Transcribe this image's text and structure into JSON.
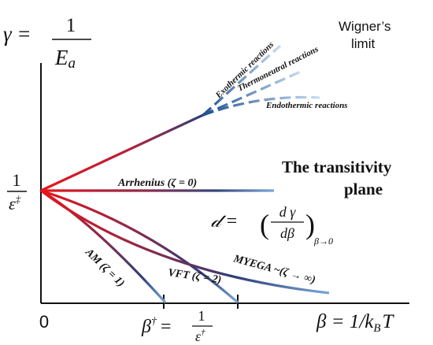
{
  "axes": {
    "y_label_lhs": "γ =",
    "y_label_num": "1",
    "y_label_den": "E",
    "y_label_den_sub": "a",
    "origin_label": "0",
    "x_label": "β = 1/k",
    "x_label_sub": "B",
    "x_label_tail": "T",
    "y_intercept_num": "1",
    "y_intercept_den": "ε",
    "y_intercept_den_sup": "‡",
    "x_intercept_lhs": "β",
    "x_intercept_lhs_sup": "†",
    "x_intercept_eq": "=",
    "x_intercept_num": "1",
    "x_intercept_den": "ε",
    "x_intercept_den_sup": "†"
  },
  "curves": {
    "arrhenius": "Arrhenius (ζ = 0)",
    "am": "AM (ζ = 1)",
    "vft": "VFT (ζ = 2)",
    "myega": "MYEGA ~(ζ → ∞)"
  },
  "reactions": {
    "exothermic": "Exothermic reactions",
    "thermoneutral": "Thermoneutral reactions",
    "endothermic": "Endothermic reactions"
  },
  "wigner": {
    "line1": "Wigner’s",
    "line2": "limit"
  },
  "title": {
    "line1": "The transitivity",
    "line2": "plane"
  },
  "formula": {
    "lhs": "𝒹 =",
    "num": "d γ",
    "den": "dβ",
    "subscript": "β→0"
  },
  "colors": {
    "red": "#e8141c",
    "navy": "#2e3e78",
    "light_blue": "#7aa7d6",
    "axis": "#111111"
  }
}
